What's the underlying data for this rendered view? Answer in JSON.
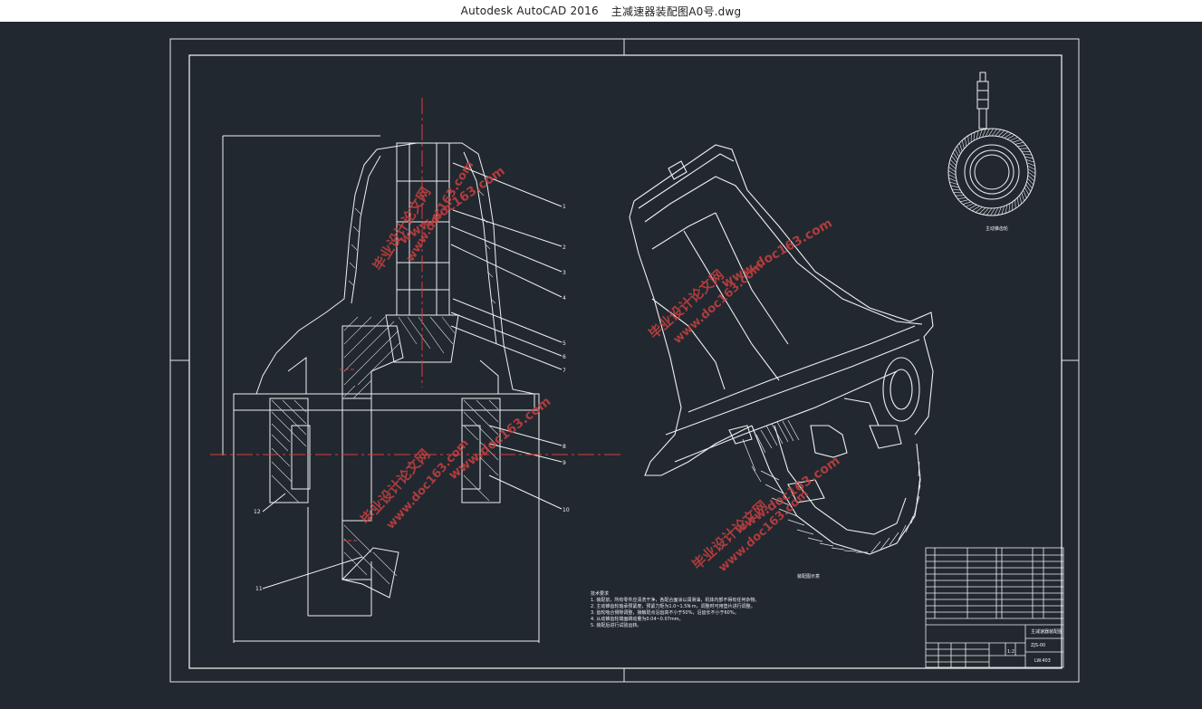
{
  "window": {
    "app_title": "Autodesk AutoCAD 2016",
    "file_name": "主减速器装配图A0号.dwg"
  },
  "drawing": {
    "part_numbers": [
      "1",
      "2",
      "3",
      "4",
      "5",
      "6",
      "7",
      "8",
      "9",
      "10",
      "11",
      "12"
    ],
    "watermark_cn": "毕业设计论文网",
    "watermark_url": "www.doc163.com",
    "notes_title": "技术要求",
    "notes": [
      "1. 装配前，所有零件应清洗干净，各配合面涂以润滑油，机体内部不得有任何杂物。",
      "2. 主动锥齿轮轴承预紧度，预紧力矩为1.0~1.5N·m，调整时可用垫片进行调整。",
      "3. 齿轮啮合侧隙调整，接触斑点沿齿高不小于50%，沿齿长不小于60%。",
      "4. 从动锥齿轮端面跳动量为0.04~0.07mm。",
      "5. 装配后进行试验运转。"
    ],
    "gear_caption": "主动锥齿轮",
    "iso_caption": "装配图示意",
    "title_block": {
      "drawing_name": "主减速器装配图",
      "scale": "1:2",
      "sheet_no": "ZJS-00",
      "school_id": "LW.403"
    }
  }
}
